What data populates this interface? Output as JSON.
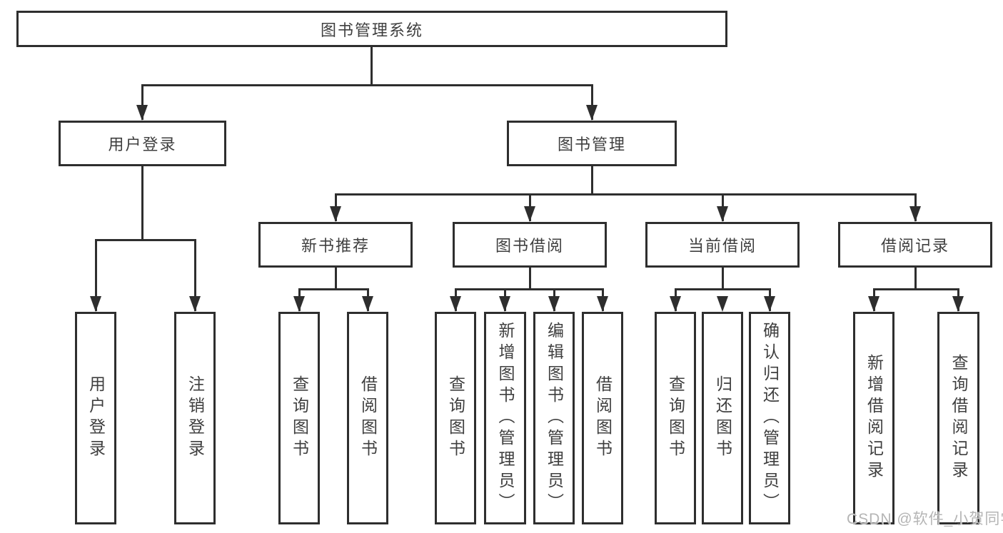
{
  "diagram": {
    "title": "图书管理系统",
    "colors": {
      "line": "#2e2e2e",
      "text": "#3f3f3f",
      "watermark": "#b5b5b5",
      "background": "#ffffff"
    },
    "root": {
      "label": "图书管理系统"
    },
    "level2": [
      {
        "label": "用户登录",
        "parent": "图书管理系统"
      },
      {
        "label": "图书管理",
        "parent": "图书管理系统"
      }
    ],
    "level3": [
      {
        "label": "新书推荐",
        "parent": "图书管理"
      },
      {
        "label": "图书借阅",
        "parent": "图书管理"
      },
      {
        "label": "当前借阅",
        "parent": "图书管理"
      },
      {
        "label": "借阅记录",
        "parent": "图书管理"
      }
    ],
    "leaves": [
      {
        "label": "用户登录",
        "parent": "用户登录"
      },
      {
        "label": "注销登录",
        "parent": "用户登录"
      },
      {
        "label": "查询图书",
        "parent": "新书推荐"
      },
      {
        "label": "借阅图书",
        "parent": "新书推荐"
      },
      {
        "label": "查询图书",
        "parent": "图书借阅"
      },
      {
        "label": "新增图书（管理员）",
        "parent": "图书借阅"
      },
      {
        "label": "编辑图书（管理员）",
        "parent": "图书借阅"
      },
      {
        "label": "借阅图书",
        "parent": "图书借阅"
      },
      {
        "label": "查询图书",
        "parent": "当前借阅"
      },
      {
        "label": "归还图书",
        "parent": "当前借阅"
      },
      {
        "label": "确认归还（管理员）",
        "parent": "当前借阅"
      },
      {
        "label": "新增借阅记录",
        "parent": "借阅记录"
      },
      {
        "label": "查询借阅记录",
        "parent": "借阅记录"
      }
    ],
    "watermark": {
      "text": "CSDN @软件_小贺同学"
    }
  }
}
